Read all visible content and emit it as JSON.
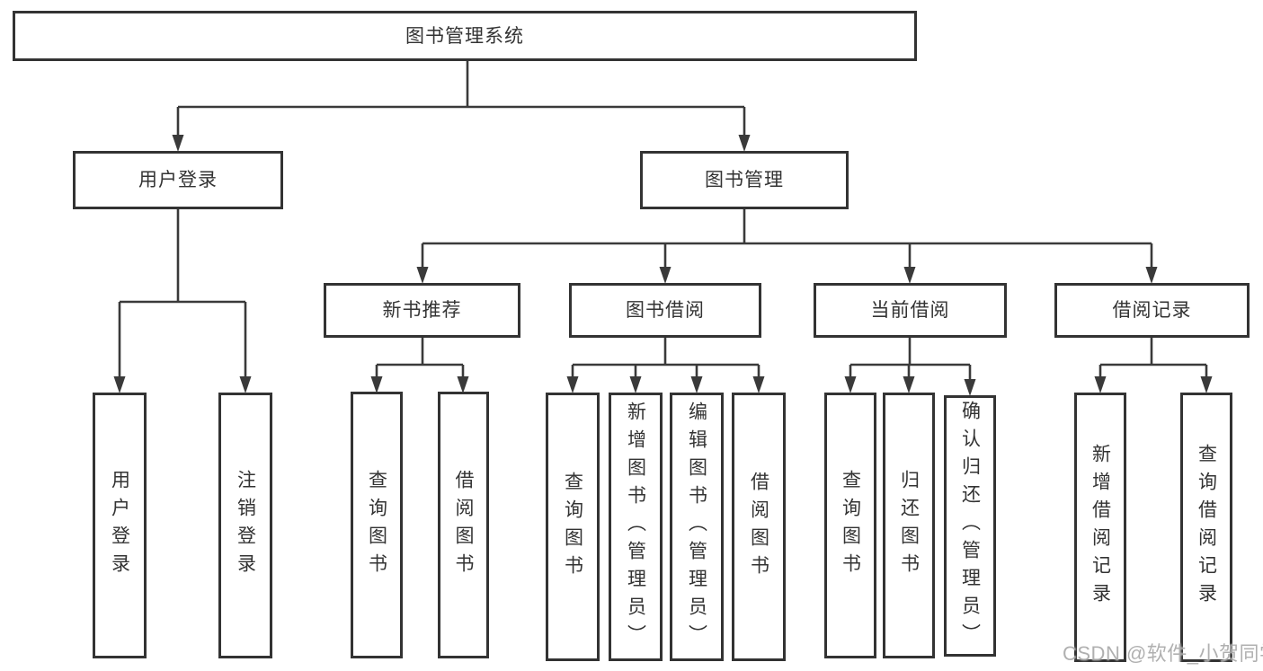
{
  "diagram": {
    "root": {
      "label": "图书管理系统"
    },
    "level2": [
      {
        "label": "用户登录"
      },
      {
        "label": "图书管理"
      }
    ],
    "level3": [
      {
        "label": "新书推荐"
      },
      {
        "label": "图书借阅"
      },
      {
        "label": "当前借阅"
      },
      {
        "label": "借阅记录"
      }
    ],
    "leaves": {
      "user": [
        {
          "label": "用户登录"
        },
        {
          "label": "注销登录"
        }
      ],
      "recommend": [
        {
          "label": "查询图书"
        },
        {
          "label": "借阅图书"
        }
      ],
      "borrow": [
        {
          "label": "查询图书"
        },
        {
          "label": "新增图书（管理员）"
        },
        {
          "label": "编辑图书（管理员）"
        },
        {
          "label": "借阅图书"
        }
      ],
      "current": [
        {
          "label": "查询图书"
        },
        {
          "label": "归还图书"
        },
        {
          "label": "确认归还（管理员）"
        }
      ],
      "records": [
        {
          "label": "新增借阅记录"
        },
        {
          "label": "查询借阅记录"
        }
      ]
    },
    "watermark": "CSDN @软件_小贺同学",
    "colors": {
      "box_border": "#333333",
      "text": "#333333",
      "connector": "#3a3a3a",
      "watermark": "#aaaaaa",
      "background": "#ffffff"
    }
  }
}
